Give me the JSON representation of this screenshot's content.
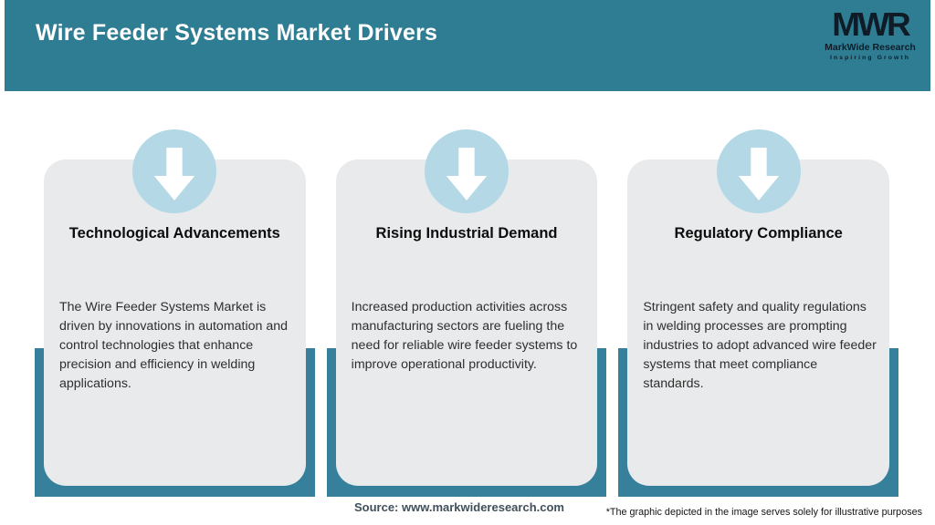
{
  "header": {
    "title": "Wire Feeder Systems Market Drivers"
  },
  "logo": {
    "acronym": "MWR",
    "name": "MarkWide Research",
    "tagline": "Inspiring Growth"
  },
  "cards": [
    {
      "icon": "down-arrow-icon",
      "title": "Technological Advancements",
      "body": "The Wire Feeder Systems Market is driven by innovations in automation and control technologies that enhance precision and efficiency in welding applications."
    },
    {
      "icon": "down-arrow-icon",
      "title": "Rising Industrial Demand",
      "body": "Increased production activities across manufacturing sectors are fueling the need for reliable wire feeder systems to improve operational productivity."
    },
    {
      "icon": "down-arrow-icon",
      "title": "Regulatory Compliance",
      "body": "Stringent safety and quality regulations in welding processes are prompting industries to adopt advanced wire feeder systems that meet compliance standards."
    }
  ],
  "footer": {
    "source": "Source: www.markwideresearch.com",
    "disclaimer": "*The graphic depicted in the image serves solely for illustrative purposes"
  },
  "colors": {
    "header_teal": "#2f7d93",
    "backdrop_teal": "#36809b",
    "circle_blue": "#b4d8e6",
    "card_bg": "#e8eaeb",
    "title_text": "#0d0d0d",
    "body_text": "#2f2f2f",
    "source_text": "#40505a",
    "logo_dark": "#0f1c28"
  }
}
